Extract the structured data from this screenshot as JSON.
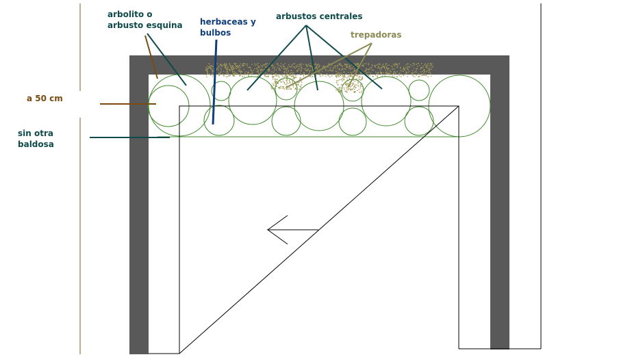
{
  "labels": {
    "arbolito_line1": "arbolito o",
    "arbolito_line2": "arbusto esquina",
    "herbaceas_line1": "herbaceas y",
    "herbaceas_line2": "bulbos",
    "arbustos_centrales": "arbustos centrales",
    "trepadoras": "trepadoras",
    "a50cm": "a 50 cm",
    "sin_otra_line1": "sin otra",
    "sin_otra_line2": "baldosa"
  },
  "colors": {
    "wall": "#595959",
    "outline": "#000000",
    "plant_circles": "#3f8a2a",
    "arbolito": "#7a4a12",
    "herbaceas": "#123f7a",
    "arbustos": "#0f4a4a",
    "trepadoras": "#8a8a55",
    "dots": "#a59b58",
    "dim_line": "#7a5a2a",
    "a50cm": "#7a4a12",
    "sin_otra": "#0f4a4a"
  }
}
